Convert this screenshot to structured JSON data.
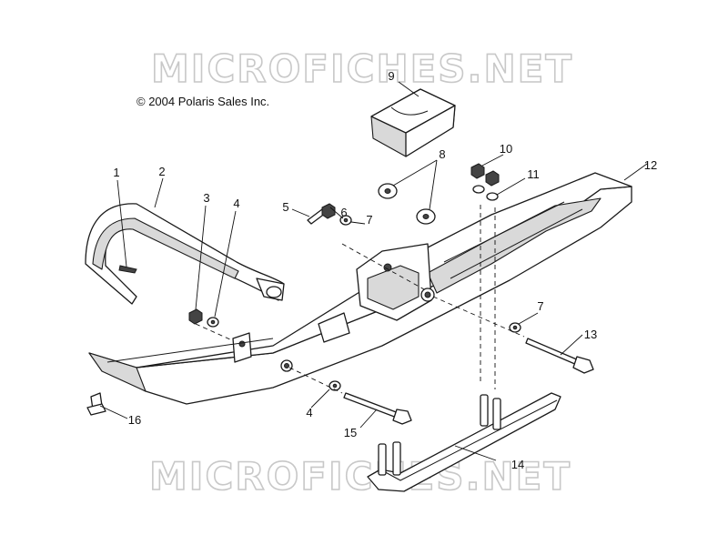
{
  "watermark": "MICROFICHES.NET",
  "copyright": "© 2004 Polaris Sales Inc.",
  "callouts": {
    "c1": "1",
    "c2": "2",
    "c3": "3",
    "c4a": "4",
    "c4b": "4",
    "c5": "5",
    "c6": "6",
    "c7a": "7",
    "c7b": "7",
    "c8": "8",
    "c9": "9",
    "c10": "10",
    "c11": "11",
    "c12": "12",
    "c13": "13",
    "c14": "14",
    "c15": "15",
    "c16": "16"
  }
}
